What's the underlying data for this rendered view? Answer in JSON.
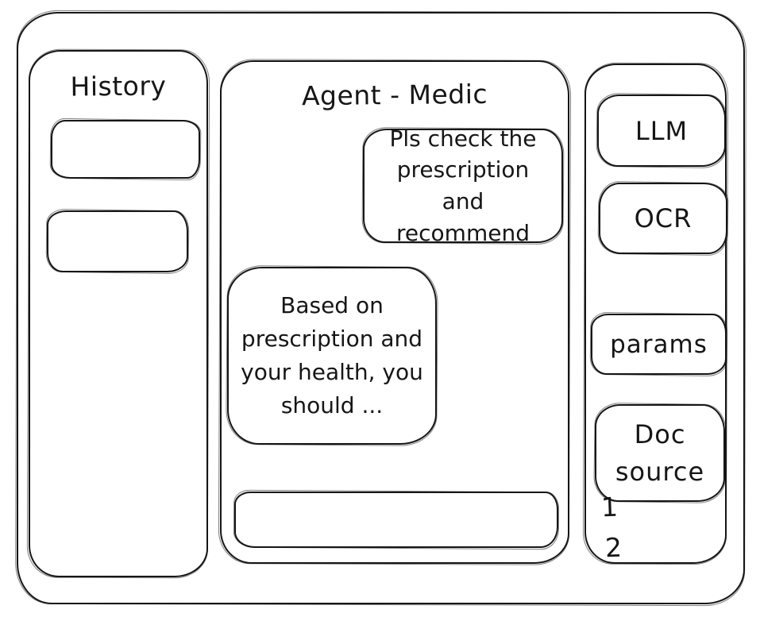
{
  "history": {
    "title": "History",
    "items": [
      {
        "label": ""
      },
      {
        "label": ""
      }
    ]
  },
  "chat": {
    "title": "Agent - Medic",
    "messages": [
      {
        "role": "user",
        "text": "Pls check the prescription and recommend"
      },
      {
        "role": "agent",
        "text": "Based on prescription and your health, you should ..."
      }
    ],
    "input": {
      "value": "",
      "placeholder": ""
    }
  },
  "tools": {
    "llm_label": "LLM",
    "ocr_label": "OCR",
    "params_label": "params",
    "doc_source_label": "Doc source",
    "doc_source_items": [
      "1",
      "2"
    ]
  },
  "colors": {
    "stroke": "#161616",
    "background": "#ffffff"
  }
}
